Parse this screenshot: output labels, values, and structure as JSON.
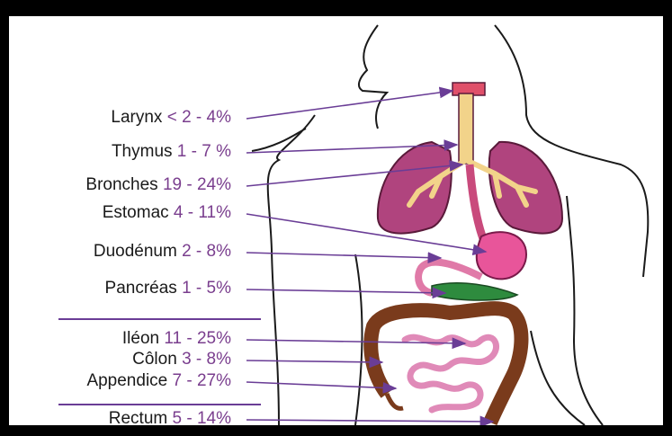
{
  "colors": {
    "arrow": "#6a3d96",
    "percent_text": "#7a3e8e",
    "lung": "#b0447e",
    "stomach": "#e8559a",
    "pancreas": "#2e8b3e",
    "colon": "#7a3b1c",
    "ileum": "#e08ab8",
    "trachea": "#f2d38a",
    "body_outline": "#1a1a1a"
  },
  "labels": [
    {
      "name": "Larynx",
      "value": "< 2 - 4%"
    },
    {
      "name": "Thymus",
      "value": "1 - 7 %"
    },
    {
      "name": "Bronches",
      "value": "19 - 24%"
    },
    {
      "name": "Estomac",
      "value": "4 - 11%"
    },
    {
      "name": "Duodénum",
      "value": "2 - 8%"
    },
    {
      "name": "Pancréas",
      "value": "1 - 5%"
    },
    {
      "name": "Iléon",
      "value": "11 - 25%"
    },
    {
      "name": "Côlon",
      "value": "3 - 8%"
    },
    {
      "name": "Appendice",
      "value": "7 - 27%"
    },
    {
      "name": "Rectum",
      "value": "5 - 14%"
    }
  ]
}
